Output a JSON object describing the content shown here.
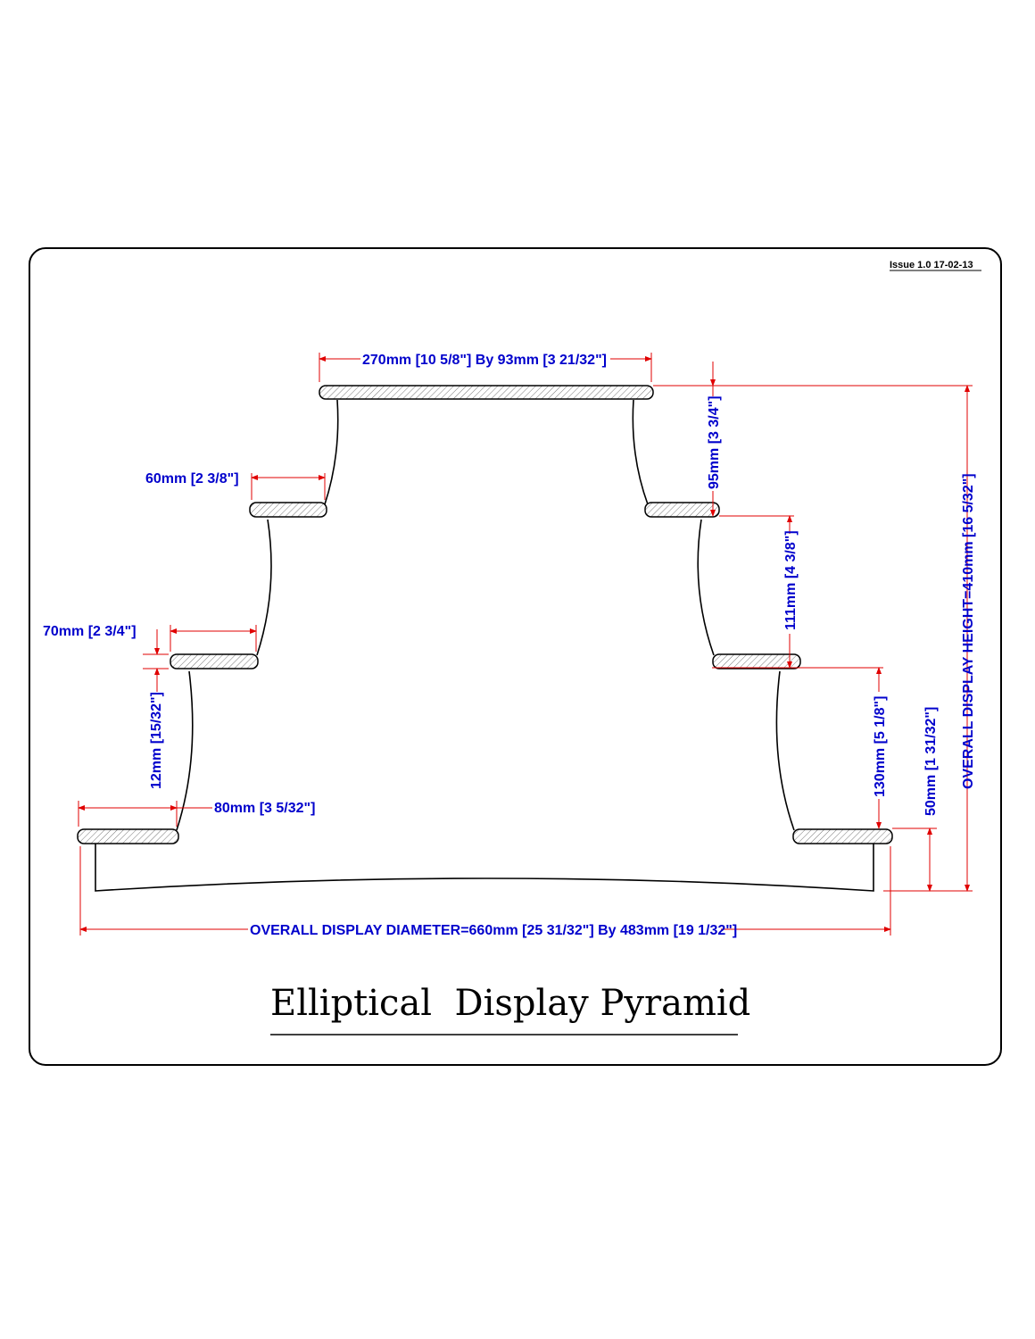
{
  "issue": "Issue 1.0   17-02-13",
  "title": "Elliptical  Display Pyramid",
  "colors": {
    "dimension_text": "#0000cc",
    "dimension_line": "#e00000",
    "outline": "#000000"
  },
  "dimensions": {
    "top_shelf": "270mm [10 5/8\"] By 93mm [3 21/32\"]",
    "shelf_2_depth": "60mm [2 3/8\"]",
    "shelf_3_depth": "70mm [2 3/4\"]",
    "shelf_4_depth": "80mm [3 5/32\"]",
    "shelf_thickness": "12mm [15/32\"]",
    "top_riser": "95mm [3 3/4\"]",
    "riser_2": "111mm [4 3/8\"]",
    "riser_3": "130mm [5 1/8\"]",
    "base_height": "50mm [1 31/32\"]",
    "overall_height": "OVERALL DISPLAY HEIGHT=410mm [16 5/32\"]",
    "overall_diameter": "OVERALL DISPLAY DIAMETER=660mm [25 31/32\"] By 483mm [19 1/32\"]"
  }
}
